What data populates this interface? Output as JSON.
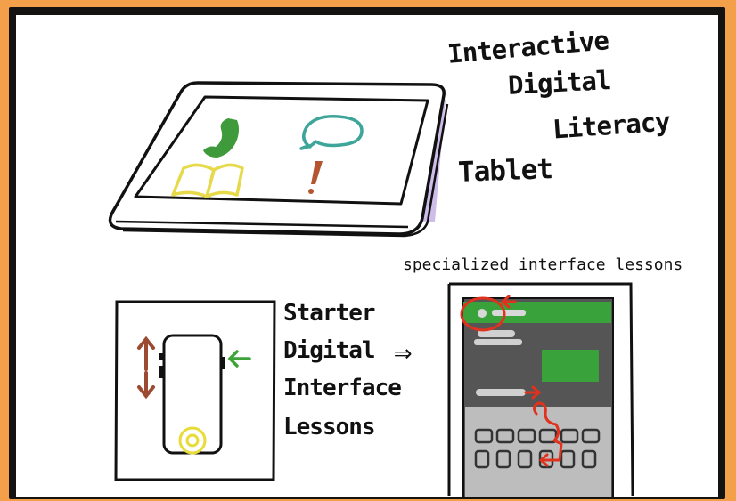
{
  "title_lines": [
    "Interactive",
    "Digital",
    "Literacy"
  ],
  "subtitle": "Tablet",
  "starter_lines": [
    "Starter",
    "Digital",
    "Interface",
    "Lessons"
  ],
  "specialized_label": "specialized interface lessons",
  "arrow_symbol": "⇒",
  "icons": {
    "phone": "phone-icon",
    "chat": "speech-bubble-icon",
    "book": "open-book-icon",
    "alert": "exclamation-icon"
  },
  "colors": {
    "background": "#f4a04a",
    "frame": "#151212",
    "tablet_shadow": "#c9b6e6",
    "phone_icon": "#3e9a3a",
    "chat_icon": "#3ea59a",
    "book_icon": "#e6d94a",
    "alert_icon": "#b4552f",
    "arrow_red": "#e0321e",
    "arrow_green": "#3ea43a",
    "arrow_brown": "#9c4a32",
    "highlight_yellow": "#e8dc3a",
    "app_bar": "#39a23a",
    "screen_dark": "#555555",
    "keyboard": "#bdbdbd"
  }
}
